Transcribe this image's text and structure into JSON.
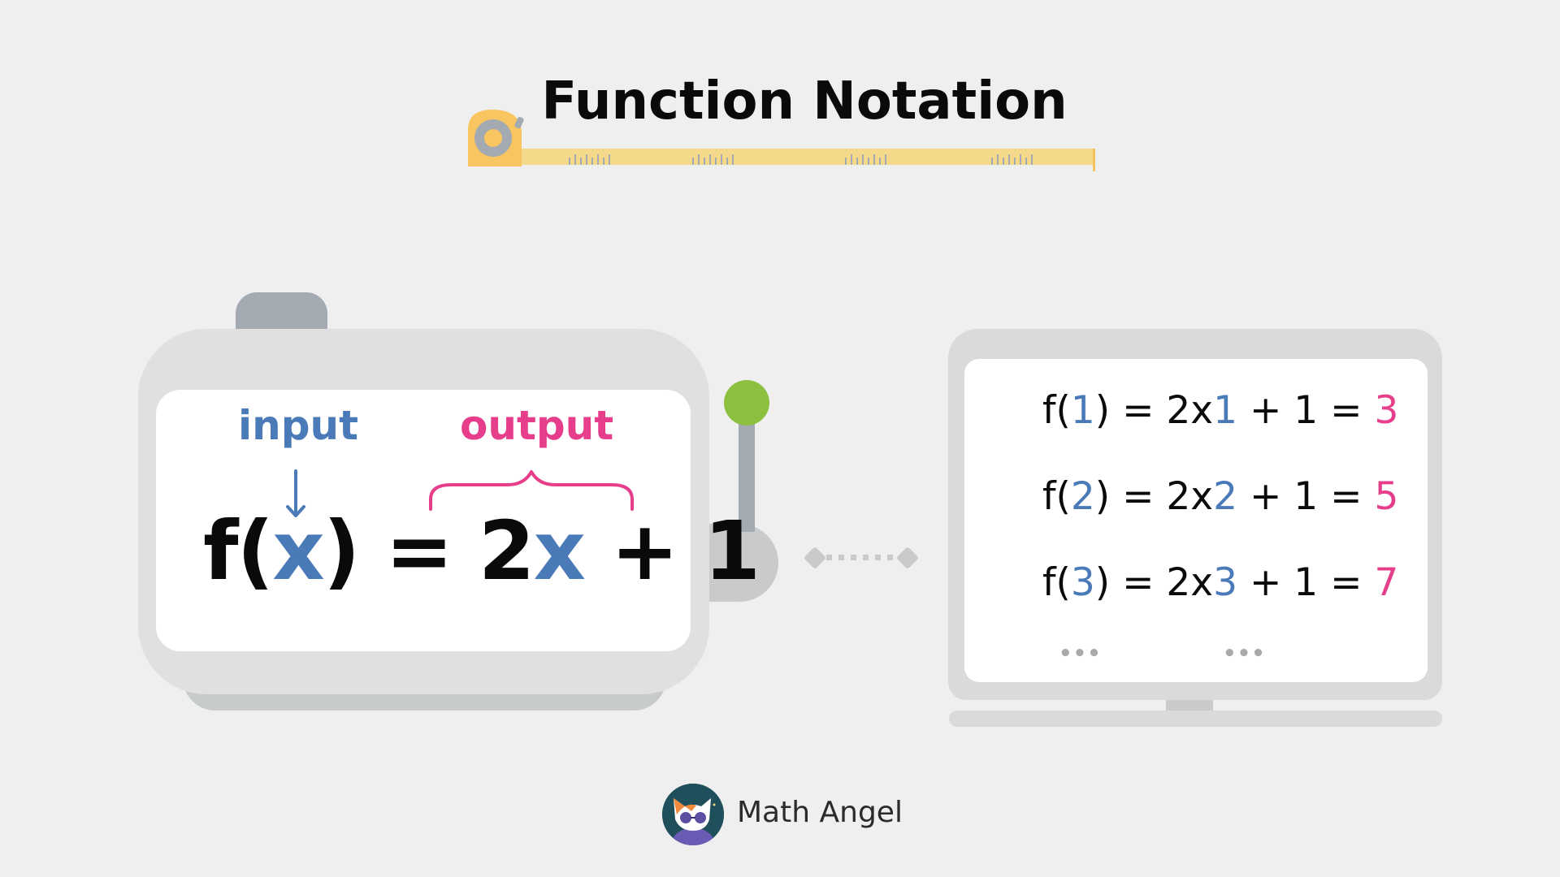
{
  "title": "Function Notation",
  "colors": {
    "background": "#efefef",
    "input_blue": "#4a7ab8",
    "output_pink": "#e63e8a",
    "lever_green": "#8dc03f",
    "tape_yellow": "#f5d98a",
    "tape_case": "#f8c560",
    "machine_gray": "#e0e0e0",
    "dark_gray": "#a3aab2"
  },
  "machine": {
    "input_label": "input",
    "output_label": "output",
    "equation": {
      "f_open": "f(",
      "var": "x",
      "close_eq": ") = 2",
      "var2": "x",
      "tail": " + 1"
    }
  },
  "laptop": {
    "rows": [
      {
        "prefix": "f(",
        "input": "1",
        "mid": ") = 2x",
        "input2": "1",
        "suffix": " + 1 = ",
        "output": "3"
      },
      {
        "prefix": "f(",
        "input": "2",
        "mid": ") = 2x",
        "input2": "2",
        "suffix": " + 1 = ",
        "output": "5"
      },
      {
        "prefix": "f(",
        "input": "3",
        "mid": ") = 2x",
        "input2": "3",
        "suffix": " + 1 = ",
        "output": "7"
      }
    ],
    "ellipsis_left": "•••",
    "ellipsis_right": "•••"
  },
  "brand": {
    "name": "Math Angel"
  }
}
